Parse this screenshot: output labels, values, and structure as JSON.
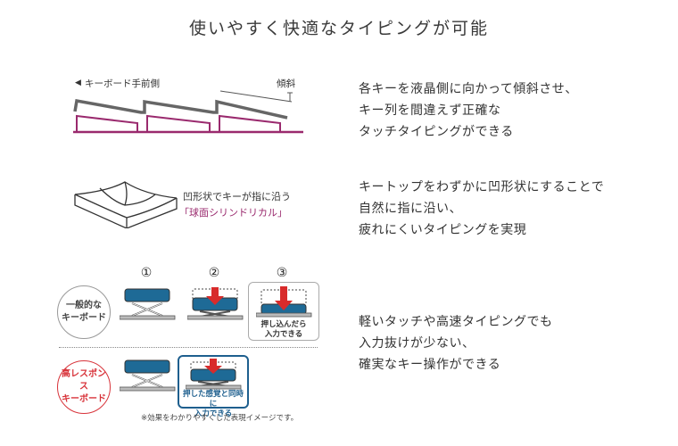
{
  "title": "使いやすく快適なタイピングが可能",
  "section1": {
    "diagram": {
      "label_front": "キーボード手前側",
      "label_tilt": "傾斜",
      "arrow_icon": "left-triangle-icon"
    },
    "description": [
      "各キーを液晶側に向かって傾斜させ、",
      "キー列を間違えず正確な",
      "タッチタイピングができる"
    ]
  },
  "section2": {
    "diagram": {
      "caption_line1": "凹形状でキーが指に沿う",
      "caption_line2": "「球面シリンドリカル」"
    },
    "description": [
      "キートップをわずかに凹形状にすることで",
      "自然に指に沿い、",
      "疲れにくいタイピングを実現"
    ]
  },
  "section3": {
    "general": {
      "label_line1": "一般的な",
      "label_line2": "キーボード",
      "steps": [
        "①",
        "②",
        "③"
      ],
      "step3_caption": [
        "押し込んだら",
        "入力できる"
      ]
    },
    "high_response": {
      "label_line1": "高レスポンス",
      "label_line2": "キーボード",
      "caption": [
        "押した感覚と同時に",
        "入力できる"
      ]
    },
    "note": "※効果をわかりやすくした表現イメージです。",
    "description": [
      "軽いタッチや高速タイピングでも",
      "入力抜けが少ない、",
      "確実なキー操作ができる"
    ]
  },
  "colors": {
    "magenta": "#9a2a6e",
    "keycap_blue": "#1e6a96",
    "arrow_red": "#d82b2b",
    "accent_red": "#d8333a"
  }
}
